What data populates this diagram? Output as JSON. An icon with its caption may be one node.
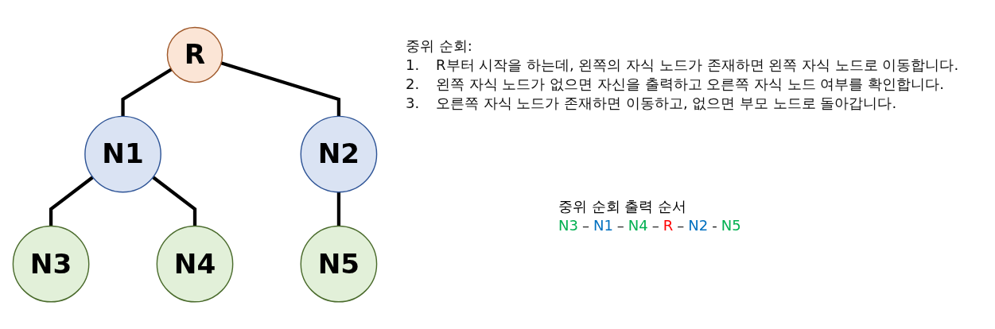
{
  "diagram": {
    "nodes": [
      {
        "text": [
          "R"
        ]
      },
      {
        "text": [
          "N1"
        ]
      },
      {
        "text": [
          "N2"
        ]
      },
      {
        "text": [
          "N3"
        ]
      },
      {
        "text": [
          "N4"
        ]
      },
      {
        "text": [
          "N5"
        ]
      }
    ],
    "edges": [
      {
        "from": 0,
        "to": 1,
        "arrow": "none"
      },
      {
        "from": 0,
        "to": 2,
        "arrow": "none"
      },
      {
        "from": 1,
        "to": 3,
        "arrow": "none"
      },
      {
        "from": 1,
        "to": 4,
        "arrow": "none"
      },
      {
        "from": 2,
        "to": 5,
        "arrow": "none"
      }
    ],
    "labels": [
      "중위 순회:",
      "1.",
      "R부터 시작을 하는데, 왼쪽의 자식 노드가 존재하면 왼쪽 자식 노드로 이동합니다.",
      "2.",
      "왼쪽 자식 노드가 없으면 자신을 출력하고 오른쪽 자식 노드 여부를 확인합니다.",
      "3.",
      "오른쪽 자식 노드가 존재하면 이동하고, 없으면 부모 노드로 돌아갑니다.",
      "중위 순회 출력 순서",
      "N3",
      "–",
      "N1",
      "–",
      "N4",
      "–",
      "R",
      "–",
      "N2",
      "-",
      "N5"
    ]
  }
}
